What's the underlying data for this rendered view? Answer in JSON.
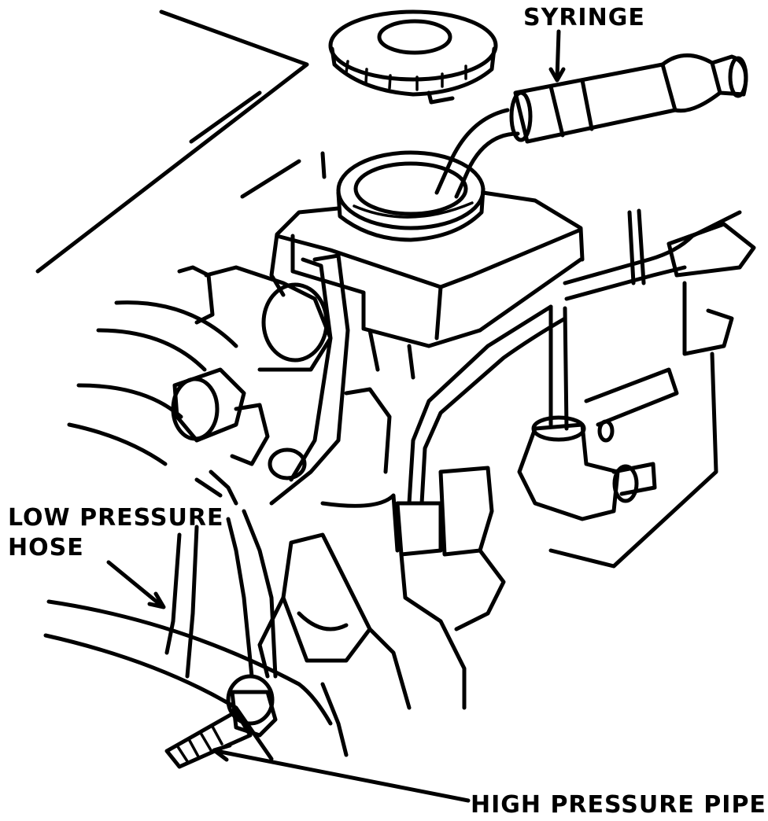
{
  "labels": {
    "syringe": "SYRINGE",
    "low_pressure_line1": "LOW PRESSURE",
    "low_pressure_line2": "HOSE",
    "high_pressure": "HIGH PRESSURE PIPE"
  }
}
